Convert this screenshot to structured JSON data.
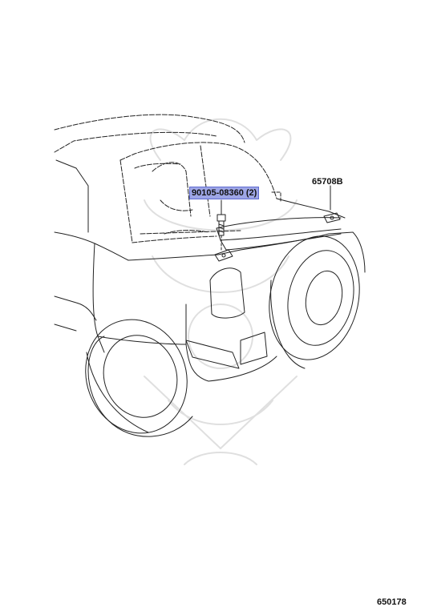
{
  "callouts": {
    "bolt": "90105-08360 (2)",
    "spoiler": "65708B"
  },
  "figure_number": "650178",
  "colors": {
    "line": "#222222",
    "highlight": "#9ea6e6",
    "highlight_border": "#5f6bd0"
  },
  "icons": {
    "watermark": "samurai-helmet-watermark-icon",
    "bolt": "bolt-icon",
    "clip": "clip-icon"
  }
}
